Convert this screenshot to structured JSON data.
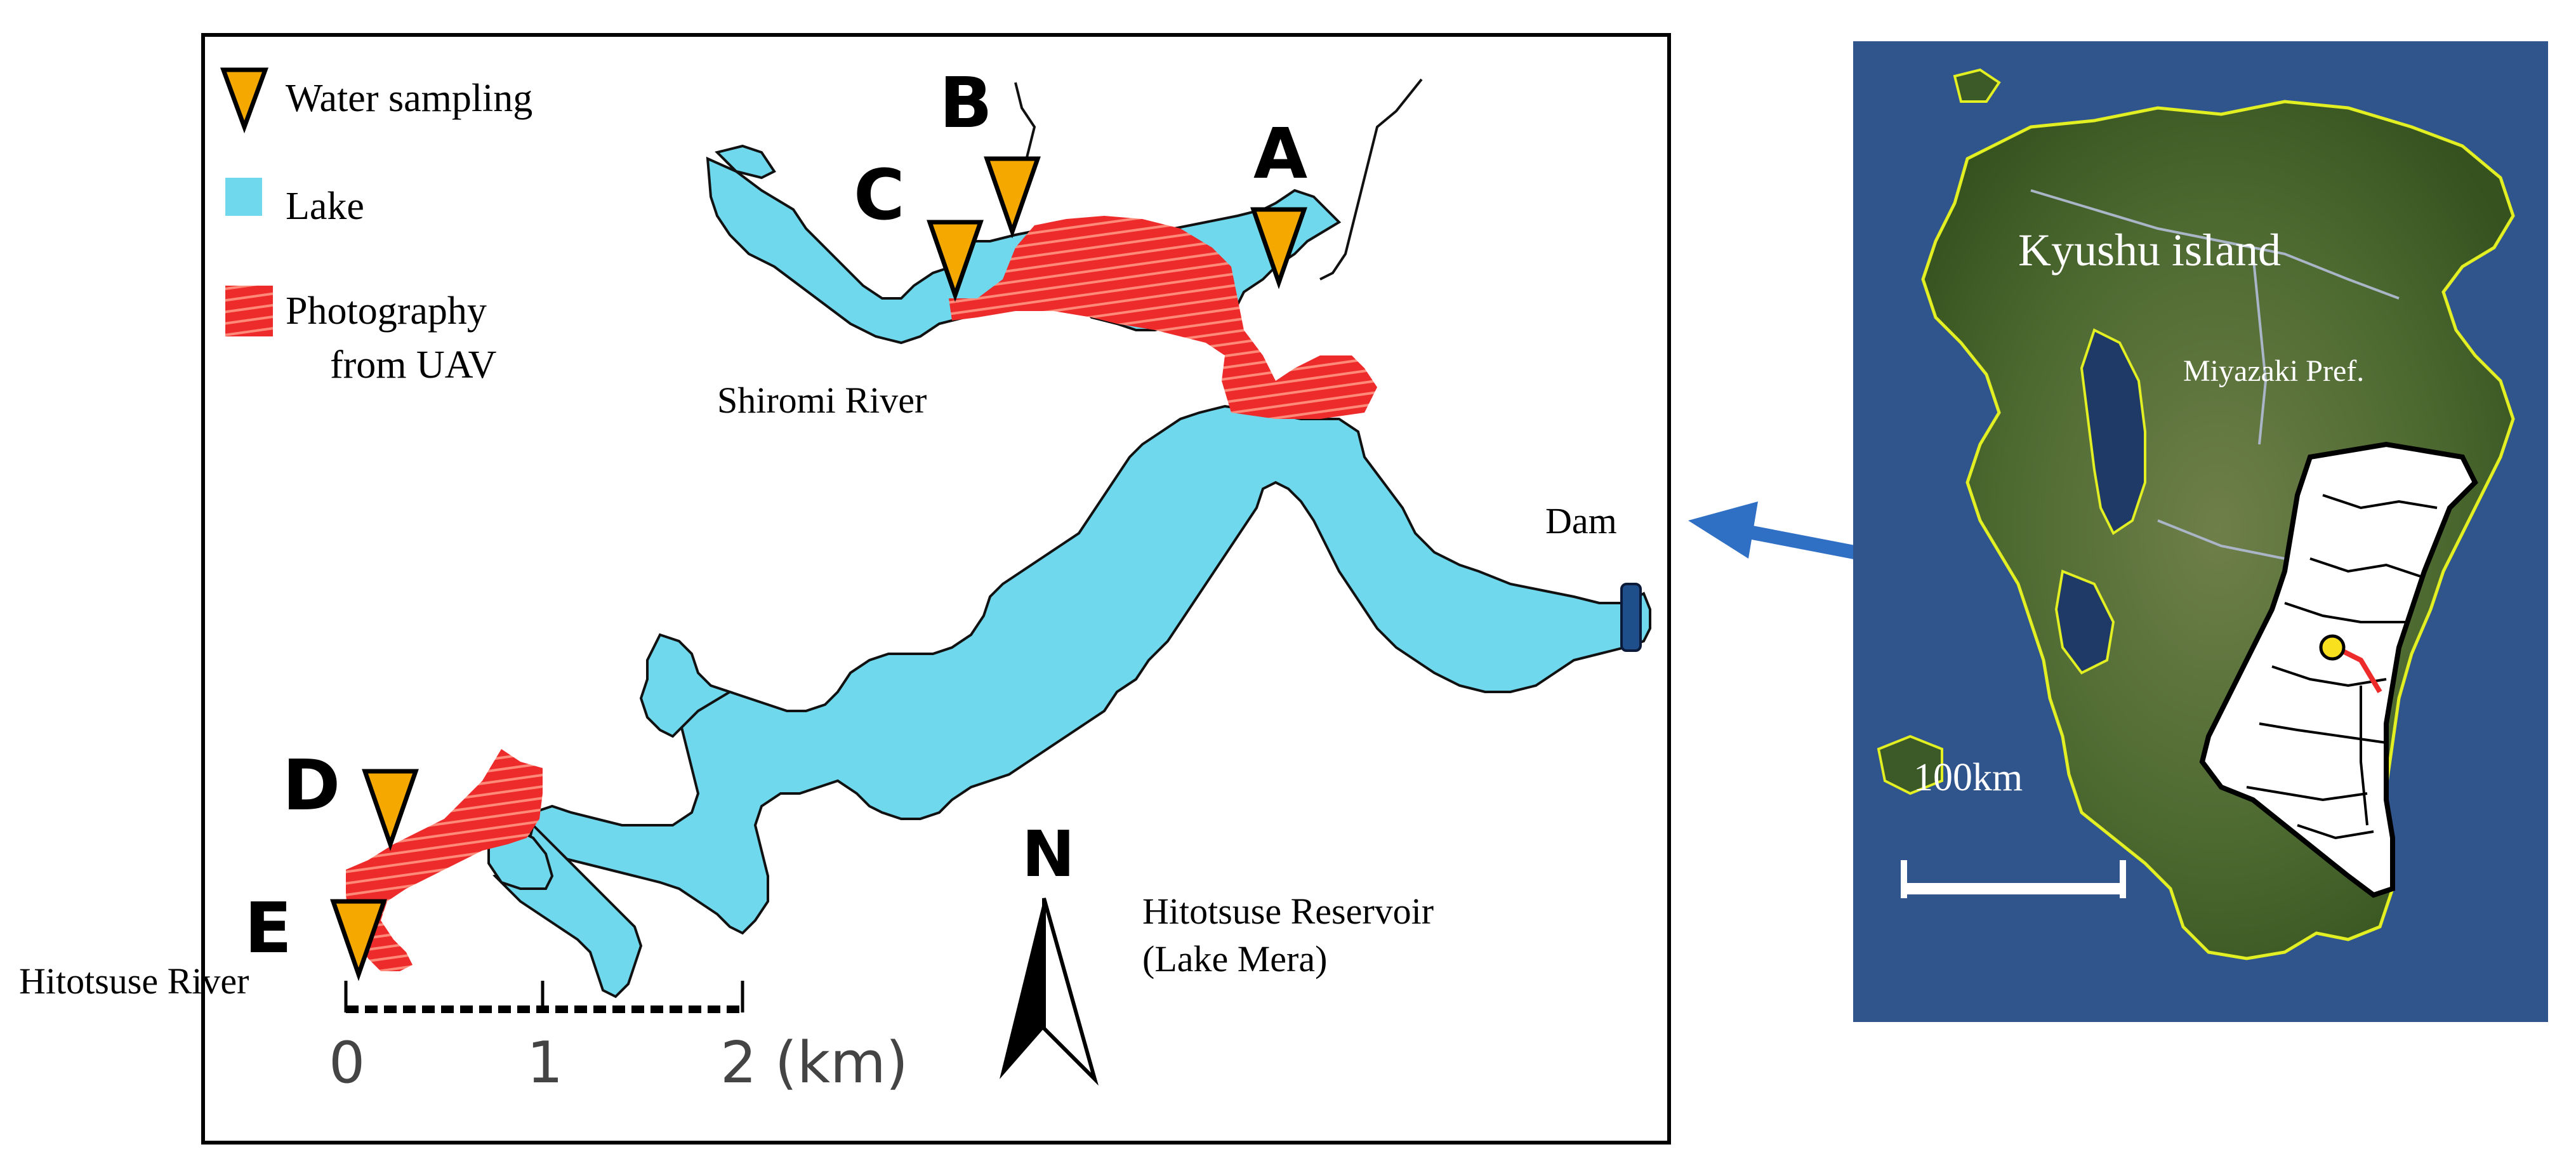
{
  "legend": {
    "items": [
      {
        "icon": "water-sampling-triangle-icon",
        "label": "Water sampling"
      },
      {
        "icon": "lake-swatch-icon",
        "label": "Lake"
      },
      {
        "icon": "photography-uav-swatch-icon",
        "label_line1": "Photography",
        "label_line2": "from UAV"
      }
    ]
  },
  "sites": [
    {
      "id": "A"
    },
    {
      "id": "B"
    },
    {
      "id": "C"
    },
    {
      "id": "D"
    },
    {
      "id": "E"
    }
  ],
  "place_labels": {
    "shiromi_river": "Shiromi River",
    "dam": "Dam",
    "hitotsuse_river": "Hitotsuse River",
    "reservoir_line1": "Hitotsuse Reservoir",
    "reservoir_line2": "(Lake Mera)"
  },
  "north_arrow": {
    "label": "N"
  },
  "scale_bar": {
    "ticks": [
      "0",
      "1",
      "2 (km)"
    ]
  },
  "inset": {
    "island_label": "Kyushu island",
    "prefecture_label": "Miyazaki Pref.",
    "scale_label": "100km"
  },
  "colors": {
    "lake": "#6fd8ec",
    "uav": "#ee2b2b",
    "sampling_marker": "#f5a800",
    "arrow": "#2f6fc4",
    "sea": "#2c4f86",
    "land": "#4b6b2f",
    "coast": "#e2ef22"
  }
}
